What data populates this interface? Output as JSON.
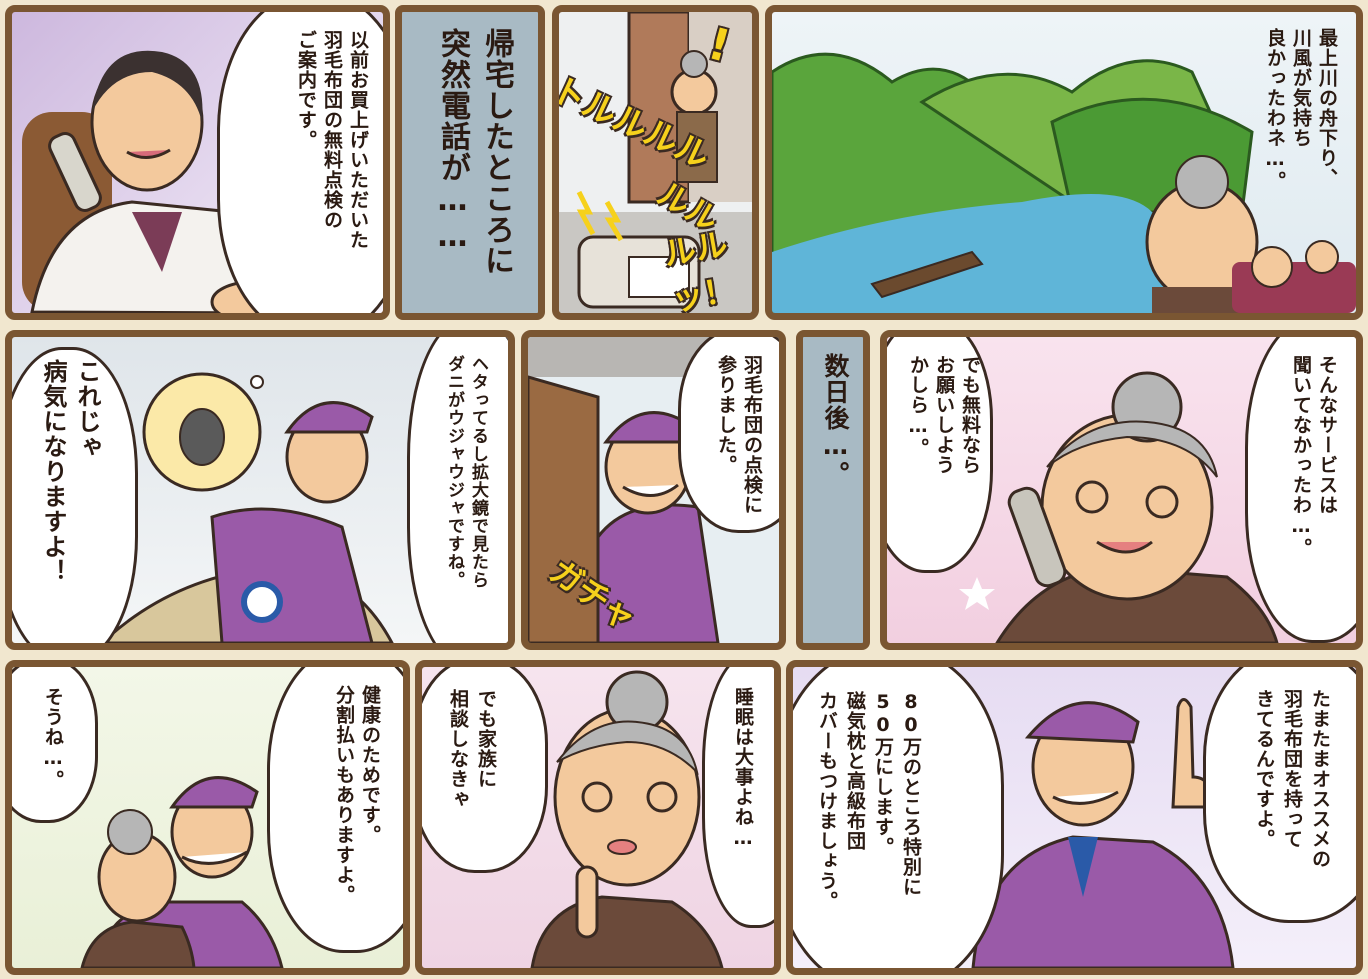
{
  "row1": {
    "salesman_call": "以前お買上げいただいた\n羽毛布団の無料点検の\nご案内です。",
    "caption": "帰宅したところに\n突然電話が……",
    "phone_sfx_1": "トルルルル",
    "phone_sfx_2": "ルル",
    "phone_sfx_3": "ルルッ！",
    "surprise_mark": "!",
    "grandma_trip": "最上川の舟下り、\n川風が気持ち\n良かったわネ…。"
  },
  "row2": {
    "salesman_tick": "ヘタってるし拡大鏡で見たら\nダニがウジャウジャですね。",
    "salesman_sick": "これじゃ\n病気になりますよ！",
    "salesman_arrive": "羽毛布団の点検に\n参りました。",
    "door_sfx": "ガチャ",
    "caption": "数日後…。",
    "grandma_free": "でも無料なら\nお願いしよう\nかしら…。",
    "grandma_service": "そんなサービスは\n聞いてなかったわ…。"
  },
  "row3": {
    "grandma_sou": "そうね…。",
    "salesman_health": "健康のためです。\n分割払いもありますよ。",
    "grandma_family": "でも家族に\n相談しなきゃ",
    "grandma_sleep": "睡眠は大事よね…",
    "salesman_offer": "80万のところ特別に\n50万にします。\n磁気枕と高級布団\nカバーもつけましょう。",
    "salesman_recommend": "たまたまオススメの\n羽毛布団を持って\nきてるんですよ。"
  },
  "colors": {
    "frame": "#7a5632",
    "caption_bg": "#a8bac4",
    "salesman_uniform": "#9a5aa8",
    "sfx": "#f6d11c"
  }
}
